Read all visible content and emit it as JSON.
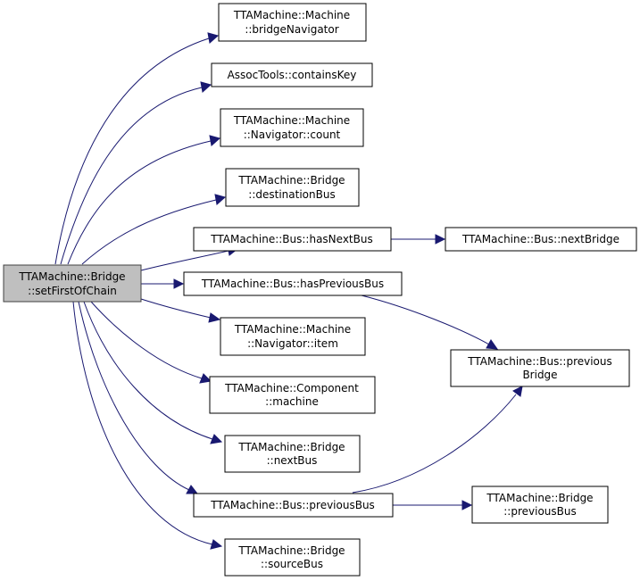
{
  "graph": {
    "root": {
      "lines": [
        "TTAMachine::Bridge",
        "::setFirstOfChain"
      ]
    },
    "nodes": [
      {
        "lines": [
          "TTAMachine::Machine",
          "::bridgeNavigator"
        ]
      },
      {
        "lines": [
          "AssocTools::containsKey"
        ]
      },
      {
        "lines": [
          "TTAMachine::Machine",
          "::Navigator::count"
        ]
      },
      {
        "lines": [
          "TTAMachine::Bridge",
          "::destinationBus"
        ]
      },
      {
        "lines": [
          "TTAMachine::Bus::hasNextBus"
        ]
      },
      {
        "lines": [
          "TTAMachine::Bus::nextBridge"
        ]
      },
      {
        "lines": [
          "TTAMachine::Bus::hasPreviousBus"
        ]
      },
      {
        "lines": [
          "TTAMachine::Machine",
          "::Navigator::item"
        ]
      },
      {
        "lines": [
          "TTAMachine::Bus::previous",
          "Bridge"
        ]
      },
      {
        "lines": [
          "TTAMachine::Component",
          "::machine"
        ]
      },
      {
        "lines": [
          "TTAMachine::Bridge",
          "::nextBus"
        ]
      },
      {
        "lines": [
          "TTAMachine::Bus::previousBus"
        ]
      },
      {
        "lines": [
          "TTAMachine::Bridge",
          "::previousBus"
        ]
      },
      {
        "lines": [
          "TTAMachine::Bridge",
          "::sourceBus"
        ]
      }
    ],
    "colors": {
      "edge": "#191970",
      "root_fill": "#bfbfbf",
      "root_stroke": "#404040",
      "node_stroke": "#000000"
    }
  }
}
